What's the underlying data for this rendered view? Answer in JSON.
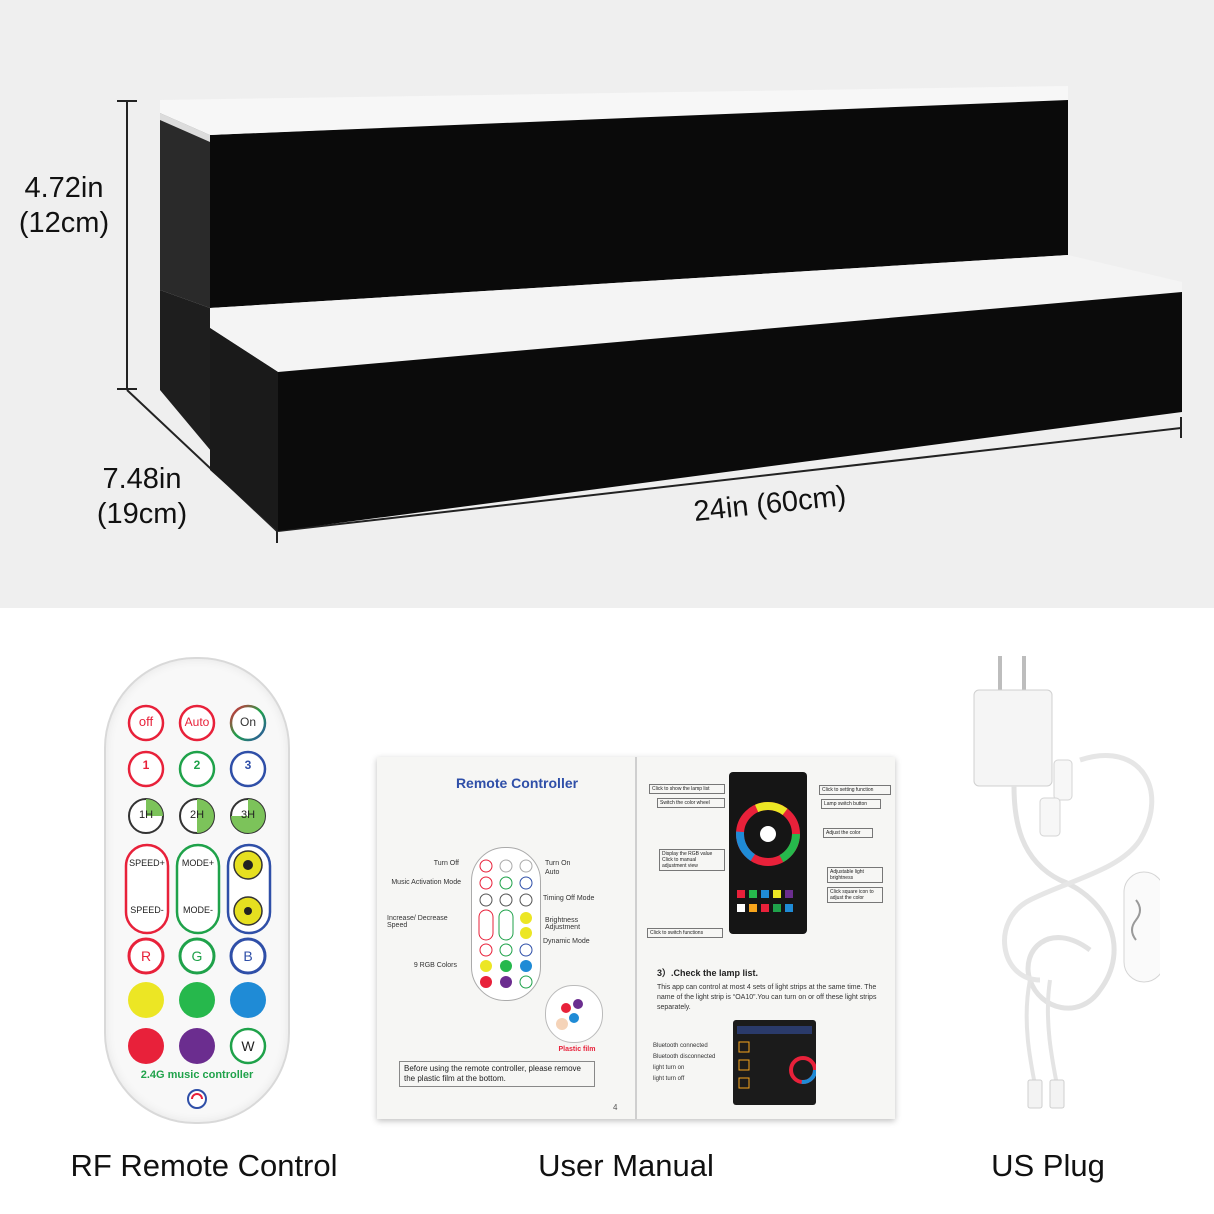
{
  "dimensions": {
    "height_in": "4.72in",
    "height_cm": "(12cm)",
    "depth_in": "7.48in",
    "depth_cm": "(19cm)",
    "width_label": "24in (60cm)"
  },
  "remote": {
    "rows": [
      [
        "off",
        "Auto",
        "On"
      ],
      [
        "1",
        "2",
        "3"
      ],
      [
        "1H",
        "2H",
        "3H"
      ],
      [
        "SPEED+",
        "MODE+",
        ""
      ],
      [
        "SPEED-",
        "MODE-",
        ""
      ],
      [
        "R",
        "G",
        "B"
      ],
      [
        "",
        "",
        ""
      ],
      [
        "",
        "",
        "W"
      ]
    ],
    "brand": "2.4G music controller",
    "colors": {
      "red": "#e8213a",
      "green": "#1fa24a",
      "blue": "#2f4fa8",
      "yellow": "#ece624",
      "light_green": "#26b84c",
      "light_blue": "#1f8bd6",
      "purple": "#6b2d8f",
      "white": "#ffffff"
    }
  },
  "manual": {
    "left_title": "Remote Controller",
    "left_callouts": [
      "Turn Off",
      "Music Activation Mode",
      "Increase/ Decrease Speed",
      "9 RGB Colors",
      "Turn On",
      "Auto",
      "Timing Off Mode",
      "Brightness Adjustment",
      "Dynamic Mode"
    ],
    "plastic_film": "Plastic film",
    "note": "Before using the remote controller, please remove the plastic film at the bottom.",
    "page_number": "4",
    "right_callouts": [
      "Click to show the lamp list",
      "Switch the color wheel",
      "Click to setting function",
      "Lamp switch button",
      "Adjust the color",
      "Display the RGB value Click to manual adjustment view",
      "Adjustable light brightness",
      "Click square icon to adjust the color",
      "Click to switch functions"
    ],
    "section_title": "3）.Check the lamp list.",
    "section_body": "This app can control at most 4 sets of light strips at the same time. The name of the light strip is “OA10”.You can turn on or off these light strips separately.",
    "legend": [
      "Bluetooth connected",
      "Bluetooth disconnected",
      "light turn on",
      "light turn off"
    ]
  },
  "captions": {
    "remote": "RF Remote Control",
    "manual": "User Manual",
    "plug": "US Plug"
  }
}
